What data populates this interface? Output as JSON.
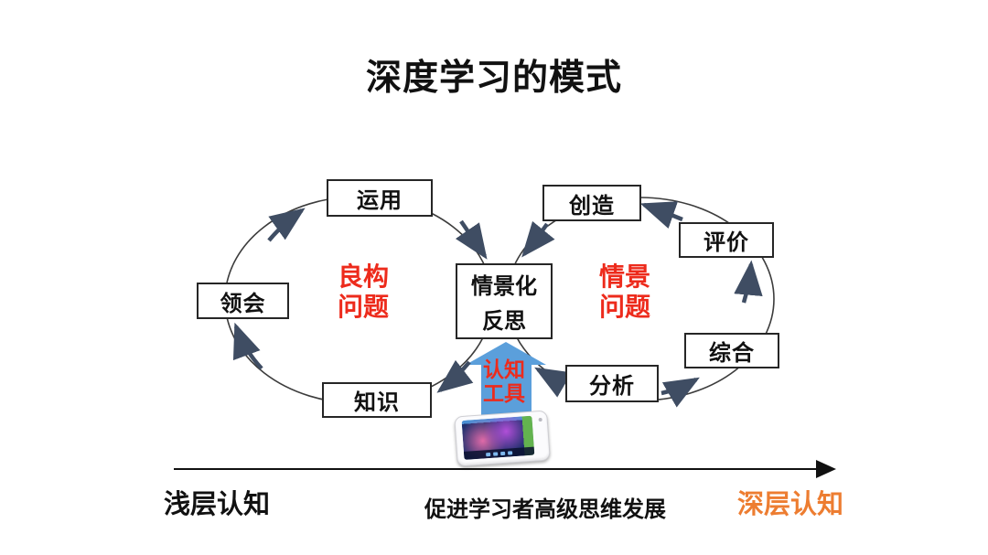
{
  "title": "深度学习的模式",
  "nodes": {
    "yunyong": "运用",
    "linghui": "领会",
    "zhishi": "知识",
    "chuangzao": "创造",
    "pingjia": "评价",
    "zonghe": "综合",
    "fenxi": "分析"
  },
  "center_box": {
    "line1": "情景化",
    "line2": "反思"
  },
  "loop_labels": {
    "left": {
      "line1": "良构",
      "line2": "问题"
    },
    "right": {
      "line1": "情景",
      "line2": "问题"
    }
  },
  "cognitive_tool": {
    "line1": "认知",
    "line2": "工具"
  },
  "axis": {
    "left": "浅层认知",
    "center": "促进学习者高级思维发展",
    "right": "深层认知"
  },
  "flows": [
    {
      "from": "知识",
      "to": "领会"
    },
    {
      "from": "领会",
      "to": "运用"
    },
    {
      "from": "运用",
      "to": "情景化反思"
    },
    {
      "from": "情景化反思",
      "to": "知识"
    },
    {
      "from": "分析",
      "to": "综合"
    },
    {
      "from": "综合",
      "to": "评价"
    },
    {
      "from": "评价",
      "to": "创造"
    },
    {
      "from": "创造",
      "to": "情景化反思"
    },
    {
      "from": "分析",
      "to": "情景化反思"
    }
  ],
  "device_icon": "tablet",
  "colors": {
    "red_label": "#ED2B1C",
    "orange_label": "#ED7D31",
    "blue_arrow": "#5B9FDB",
    "flow_arrow": "#3F4D63",
    "loop_stroke": "#3C3C3C"
  }
}
